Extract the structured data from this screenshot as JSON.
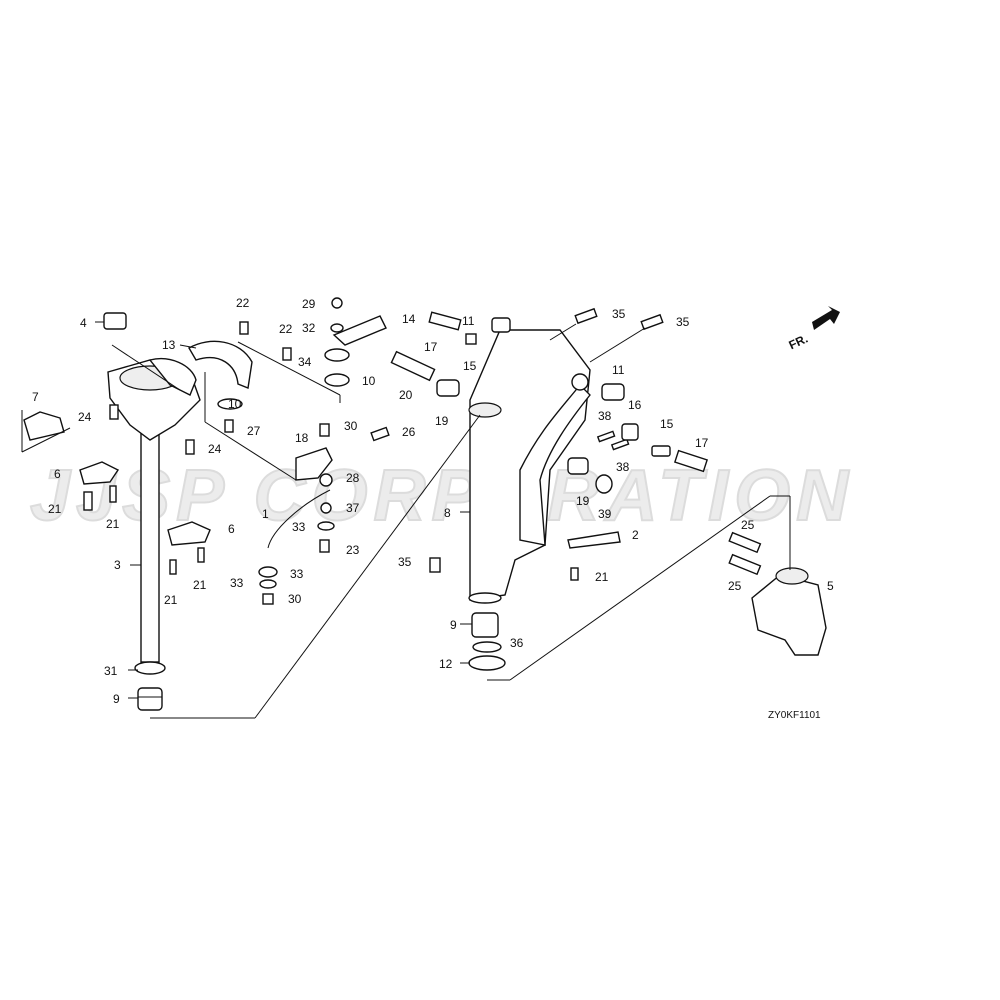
{
  "watermark": "JJSP CORPORATION",
  "diagram_code": "ZY0KF1101",
  "front_marker": "FR.",
  "callouts": [
    "1",
    "2",
    "3",
    "4",
    "5",
    "6",
    "7",
    "8",
    "9",
    "10",
    "11",
    "12",
    "13",
    "14",
    "15",
    "16",
    "17",
    "18",
    "19",
    "20",
    "21",
    "22",
    "23",
    "24",
    "25",
    "26",
    "27",
    "28",
    "29",
    "30",
    "31",
    "32",
    "33",
    "34",
    "35",
    "36",
    "37",
    "38",
    "39"
  ]
}
